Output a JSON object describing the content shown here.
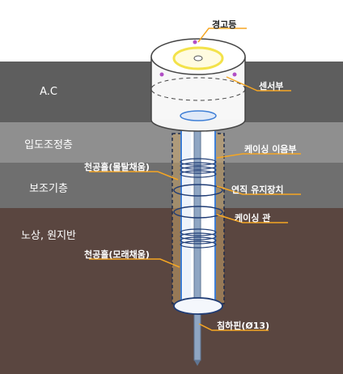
{
  "layers": [
    {
      "id": "ac",
      "label": "A.C",
      "color": "#5e5e5e"
    },
    {
      "id": "granular",
      "label": "입도조정층",
      "color": "#8f8f8f"
    },
    {
      "id": "subbase",
      "label": "보조기층",
      "color": "#6f6f6f"
    },
    {
      "id": "subgrade",
      "label": "노상, 원지반",
      "color": "#5a4640"
    }
  ],
  "callouts": {
    "lamp": "경고등",
    "sensor": "센서부",
    "casing_joint": "케이싱 이음부",
    "borehole_mortar": "천공홀(몰탈채움)",
    "vertical_holder": "연직 유지장치",
    "casing_pipe": "케이싱 관",
    "borehole_sand": "천공홀(모래채움)",
    "settlement_pin": "침하핀(Ø13)"
  },
  "colors": {
    "callout_line": "#f5a623",
    "lamp_ring": "#f3e24a",
    "accent_dots": "#b14fc5",
    "casing": "#3f7fd6",
    "rod": "#8fa6c3"
  }
}
